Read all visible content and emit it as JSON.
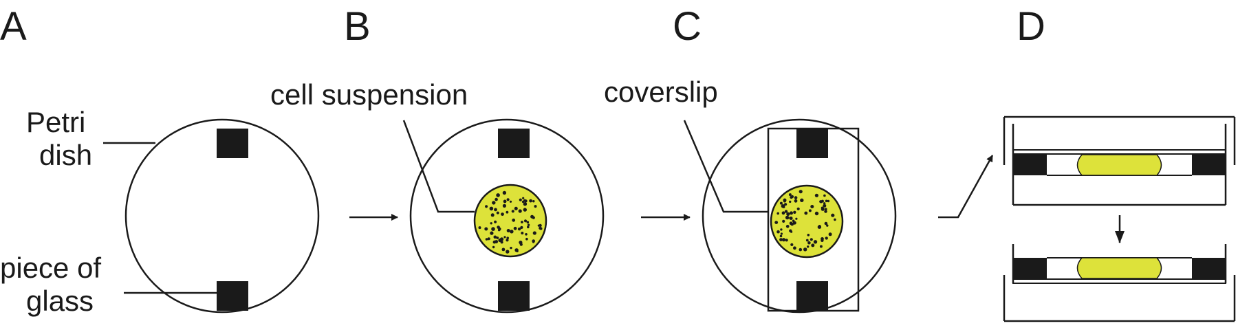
{
  "panels": {
    "a": "A",
    "b": "B",
    "c": "C",
    "d": "D"
  },
  "labels": {
    "petri_line1": "Petri",
    "petri_line2": "dish",
    "glass_line1": "piece of",
    "glass_line2": "glass",
    "cell_suspension": "cell suspension",
    "coverslip": "coverslip"
  },
  "colors": {
    "line": "#1a1a1a",
    "suspension": "#dde23a",
    "background": "#ffffff"
  },
  "icons": {
    "arrow": "arrow-right-icon",
    "arrow_down": "arrow-down-icon"
  }
}
